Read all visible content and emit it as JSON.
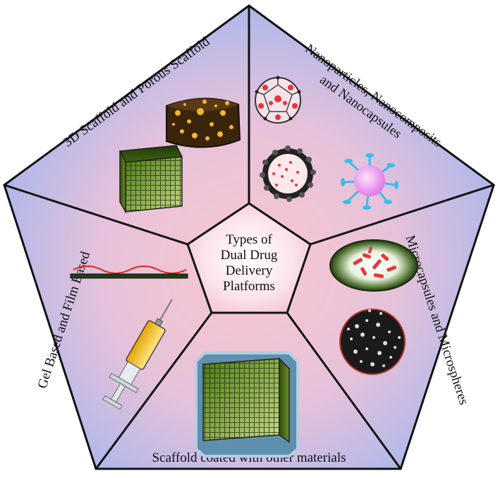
{
  "diagram": {
    "center": {
      "lines": [
        "Types of",
        "Dual Drug",
        "Delivery",
        "Platforms"
      ]
    },
    "segments": [
      {
        "id": "scaffold",
        "label": "3D Scaffold and Porous Scaffold",
        "icons": [
          "porous-scaffold-block-icon",
          "3d-mesh-cube-icon"
        ]
      },
      {
        "id": "nano",
        "label_lines": [
          "Nanoparticles, Nanocomposits",
          "and Nanocapsules"
        ],
        "icons": [
          "fullerene-nanoparticle-icon",
          "nanocapsule-sphere-icon",
          "virus-like-nanocomposite-icon"
        ]
      },
      {
        "id": "micro",
        "label": "Microcapsules and Microspheres",
        "icons": [
          "microcapsule-ellipse-icon",
          "porous-microsphere-icon"
        ]
      },
      {
        "id": "coated",
        "label": "Scaffold coated with other materials",
        "icons": [
          "coated-scaffold-cube-icon"
        ]
      },
      {
        "id": "gel",
        "label": "Gel Based and Film Based",
        "icons": [
          "film-layer-icon",
          "syringe-icon"
        ]
      }
    ],
    "colors": {
      "outer_edge": "#aab4ea",
      "inner_glow": "#f6c8d2",
      "stroke": "#111111",
      "mesh_green": "#3a5a12",
      "capsule_red": "#e8343b"
    }
  }
}
